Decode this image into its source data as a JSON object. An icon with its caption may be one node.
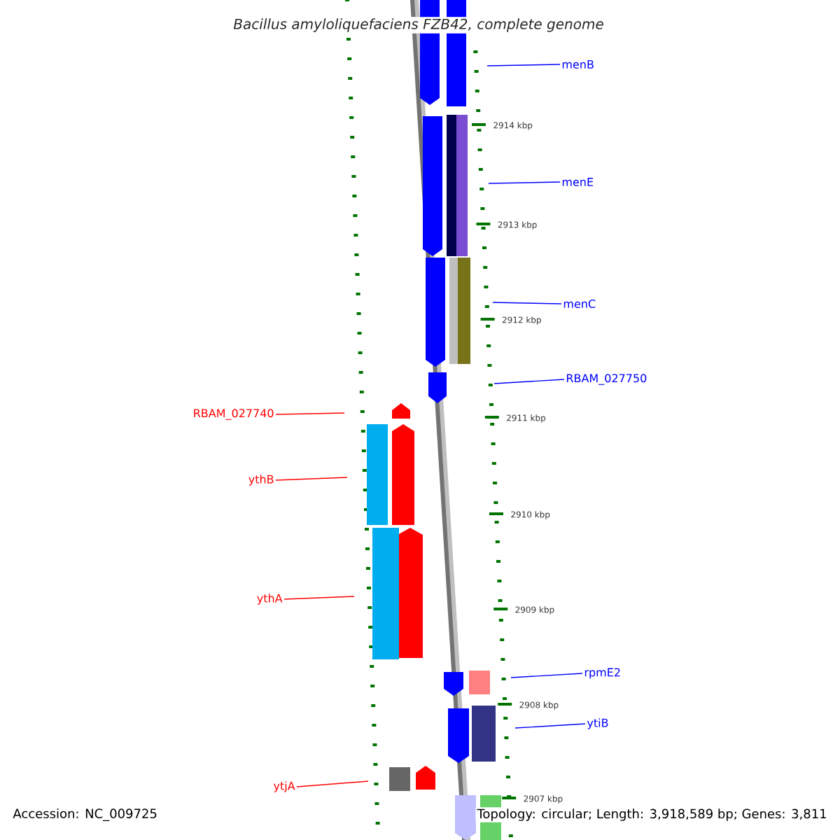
{
  "diagram": {
    "title": "Bacillus amyloliquefaciens FZB42, complete genome",
    "nodes": [
      {
        "text": [
          "menB"
        ]
      },
      {
        "text": [
          "menE"
        ]
      },
      {
        "text": [
          "menC"
        ]
      },
      {
        "text": [
          "RBAM_027750"
        ]
      },
      {
        "text": [
          "RBAM_027740"
        ]
      },
      {
        "text": [
          "ythB"
        ]
      },
      {
        "text": [
          "ythA"
        ]
      },
      {
        "text": [
          "rpmE2"
        ]
      },
      {
        "text": [
          "ytiB"
        ]
      },
      {
        "text": [
          "ytjA"
        ]
      }
    ],
    "edges": [
      {
        "from": 0,
        "to": null,
        "arrow": "none",
        "color": "#0000ff"
      },
      {
        "from": 1,
        "to": null,
        "arrow": "none",
        "color": "#0000ff"
      },
      {
        "from": 2,
        "to": null,
        "arrow": "none",
        "color": "#0000ff"
      },
      {
        "from": 3,
        "to": null,
        "arrow": "none",
        "color": "#0000ff"
      },
      {
        "from": 4,
        "to": null,
        "arrow": "none",
        "color": "#ff0000"
      },
      {
        "from": 5,
        "to": null,
        "arrow": "none",
        "color": "#ff0000"
      },
      {
        "from": 6,
        "to": null,
        "arrow": "none",
        "color": "#ff0000"
      },
      {
        "from": 7,
        "to": null,
        "arrow": "none",
        "color": "#0000ff"
      },
      {
        "from": 8,
        "to": null,
        "arrow": "none",
        "color": "#0000ff"
      },
      {
        "from": 9,
        "to": null,
        "arrow": "none",
        "color": "#ff0000"
      }
    ],
    "labels": [
      "2914 kbp",
      "2913 kbp",
      "2912 kbp",
      "2911 kbp",
      "2910 kbp",
      "2909 kbp",
      "2908 kbp",
      "2907 kbp",
      "Accession: NC_009725",
      "Topology: circular; Length: 3,918,589 bp; Genes: 3,811"
    ]
  }
}
